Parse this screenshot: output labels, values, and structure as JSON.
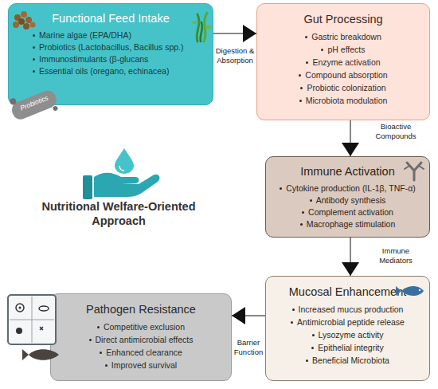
{
  "diagram": {
    "nodes": [
      {
        "text": [
          "Functional Feed Intake",
          "Marine algae (EPA/DHA)",
          "Probiotics (Lactobacillus, Bacillus spp.)",
          "Immunostimulants (β-glucans",
          "Essential oils (oregano, echinacea)"
        ]
      },
      {
        "text": [
          "Gut Processing",
          "Gastric breakdown",
          "pH effects",
          "Enzyme activation",
          "Compound absorption",
          "Probiotic colonization",
          "Microbiota modulation"
        ]
      },
      {
        "text": [
          "Immune Activation",
          "Cytokine production (IL-1β, TNF-α)",
          "Antibody synthesis",
          "Complement activation",
          "Macrophage stimulation"
        ]
      },
      {
        "text": [
          "Mucosal Enhancement",
          "Increased mucus production",
          "Antimicrobial peptide release",
          "Lysozyme activity",
          "Epithelial integrity",
          "Beneficial Microbiota"
        ]
      },
      {
        "text": [
          "Pathogen Resistance",
          "Competitive exclusion",
          "Direct antimicrobial effects",
          "Enhanced clearance",
          "Improved survival"
        ]
      }
    ],
    "edges": [
      {
        "from": 0,
        "to": 1,
        "arrow": "to",
        "label": "Digestion & Absorption"
      },
      {
        "from": 1,
        "to": 2,
        "arrow": "to",
        "label": "Bioactive Compounds"
      },
      {
        "from": 2,
        "to": 3,
        "arrow": "to",
        "label": "Immune Mediators"
      },
      {
        "from": 3,
        "to": 4,
        "arrow": "to",
        "label": "Barrier Function"
      }
    ],
    "labels": [
      "Probiotics",
      "Nutritional Welfare-Oriented Approach"
    ]
  }
}
